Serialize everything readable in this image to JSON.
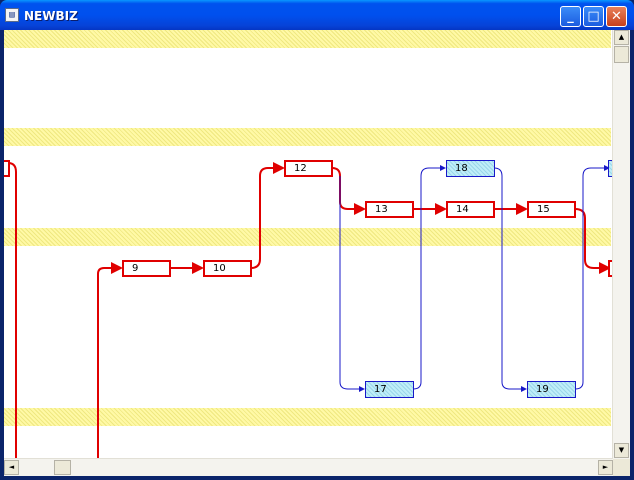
{
  "window": {
    "title": "NEWBIZ",
    "icon": "document-icon"
  },
  "title_buttons": {
    "minimize": "_",
    "maximize": "□",
    "close": "✕"
  },
  "colors": {
    "critical": "#e00000",
    "noncritical": "#1818c8",
    "band": "#fff9a6",
    "noncritical_fill": "#bfeef8"
  },
  "nodes": [
    {
      "id": "9",
      "label": "9",
      "type": "critical"
    },
    {
      "id": "10",
      "label": "10",
      "type": "critical"
    },
    {
      "id": "12",
      "label": "12",
      "type": "critical"
    },
    {
      "id": "13",
      "label": "13",
      "type": "critical"
    },
    {
      "id": "14",
      "label": "14",
      "type": "critical"
    },
    {
      "id": "15",
      "label": "15",
      "type": "critical"
    },
    {
      "id": "17",
      "label": "17",
      "type": "noncritical"
    },
    {
      "id": "18",
      "label": "18",
      "type": "noncritical"
    },
    {
      "id": "19",
      "label": "19",
      "type": "noncritical"
    }
  ],
  "scrollbars": {
    "up": "▲",
    "down": "▼",
    "left": "◄",
    "right": "►"
  }
}
